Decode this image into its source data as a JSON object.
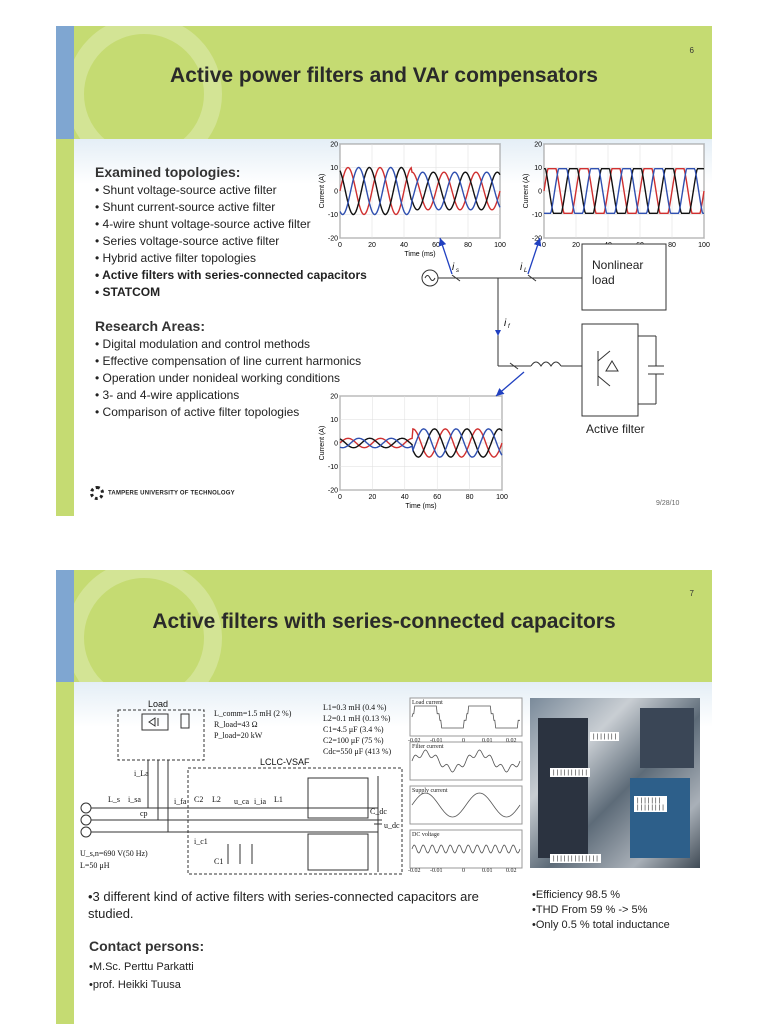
{
  "slide1": {
    "page_number": "6",
    "title": "Active power filters and VAr compensators",
    "topologies_heading": "Examined topologies:",
    "topologies": [
      "Shunt voltage-source active filter",
      "Shunt current-source active filter",
      "4-wire shunt voltage-source active filter",
      "Series voltage-source active filter",
      "Hybrid active filter topologies",
      "Active filters with series-connected capacitors",
      "STATCOM"
    ],
    "research_heading": "Research Areas:",
    "research": [
      "Digital modulation and control methods",
      "Effective compensation of line current harmonics",
      "Operation under nonideal working conditions",
      "3- and 4-wire applications",
      "Comparison of active filter topologies"
    ],
    "university": "TAMPERE UNIVERSITY OF TECHNOLOGY",
    "date": "9/28/10",
    "nonlinear_load_label": "Nonlinear load",
    "active_filter_label": "Active filter",
    "current_labels": {
      "supply": "i",
      "supply_sub": "s",
      "load": "i",
      "load_sub": "L",
      "filter": "i",
      "filter_sub": "f"
    }
  },
  "slide2": {
    "page_number": "7",
    "title": "Active filters with series-connected capacitors",
    "studied_text": "•3 different kind of active filters with series-connected capacitors are studied.",
    "specs": [
      "•Efficiency 98.5 %",
      "•THD From 59 % -> 5%",
      "•Only 0.5 % total inductance"
    ],
    "contact_heading": "Contact persons:",
    "contacts": [
      "•M.Sc. Perttu Parkatti",
      "•prof. Heikki Tuusa"
    ],
    "circuit": {
      "load_label": "Load",
      "vsaf_label": "LCLC-VSAF",
      "load_params": [
        "L_comm=1.5 mH (2 %)",
        "R_load=43 Ω",
        "P_load=20 kW"
      ],
      "filter_params": [
        "L1=0.3 mH (0.4 %)",
        "L2=0.1 mH (0.13 %)",
        "C1=4.5 μF (3.4 %)",
        "C2=100 μF (75 %)",
        "Cdc=550 μF (413 %)"
      ],
      "source_params": [
        "U_s,n=690 V(50 Hz)",
        "L=50 μH"
      ],
      "labels": [
        "L_s",
        "i_sa",
        "i_La",
        "cp",
        "i_fa",
        "C2",
        "L2",
        "u_ca",
        "i_ia",
        "L1",
        "i_c1",
        "C1",
        "C_dc",
        "u_dc"
      ]
    },
    "scope_labels": [
      "Load current",
      "Filter current",
      "Supply current",
      "DC voltage"
    ],
    "scope_ticks": [
      "-0.02",
      "-0.01",
      "0",
      "0.01",
      "0.02"
    ],
    "photo_labels": [
      "|||||||",
      "||||||||||",
      "|||||||\n||||||||",
      "|||||||||||||"
    ]
  },
  "chart_data": [
    {
      "type": "line",
      "name": "Supply current waveform (left top)",
      "xlabel": "Time (ms)",
      "ylabel": "Current (A)",
      "xlim": [
        0,
        100
      ],
      "ylim": [
        -20,
        20
      ],
      "xticks": [
        0,
        20,
        40,
        60,
        80,
        100
      ],
      "yticks": [
        -20,
        -10,
        0,
        10,
        20
      ],
      "series": [
        {
          "color": "#d03030",
          "amplitude_before": 10,
          "amplitude_after": 8,
          "phase_deg": 0
        },
        {
          "color": "#111111",
          "amplitude_before": 10,
          "amplitude_after": 8,
          "phase_deg": 120
        },
        {
          "color": "#3050b0",
          "amplitude_before": 10,
          "amplitude_after": 8,
          "phase_deg": 240
        }
      ],
      "frequency_hz": 50,
      "switch_time_ms": 45
    },
    {
      "type": "line",
      "name": "Load current waveform (right top)",
      "xlabel": "Time (ms)",
      "ylabel": "Current (A)",
      "xlim": [
        0,
        100
      ],
      "ylim": [
        -20,
        20
      ],
      "xticks": [
        0,
        20,
        40,
        60,
        80,
        100
      ],
      "yticks": [
        -20,
        -10,
        0,
        10,
        20
      ],
      "series": [
        {
          "color": "#d03030",
          "amplitude": 10,
          "phase_deg": 0
        },
        {
          "color": "#111111",
          "amplitude": 10,
          "phase_deg": 120
        },
        {
          "color": "#3050b0",
          "amplitude": 10,
          "phase_deg": 240
        }
      ],
      "frequency_hz": 50
    },
    {
      "type": "line",
      "name": "Filter current waveform (bottom)",
      "xlabel": "Time (ms)",
      "ylabel": "Current (A)",
      "xlim": [
        0,
        100
      ],
      "ylim": [
        -20,
        20
      ],
      "xticks": [
        0,
        20,
        40,
        60,
        80,
        100
      ],
      "yticks": [
        -20,
        -10,
        0,
        10,
        20
      ],
      "series": [
        {
          "color": "#d03030",
          "amplitude_before": 2,
          "amplitude_after": 6,
          "phase_deg": 0
        },
        {
          "color": "#111111",
          "amplitude_before": 2,
          "amplitude_after": 6,
          "phase_deg": 120
        },
        {
          "color": "#3050b0",
          "amplitude_before": 2,
          "amplitude_after": 6,
          "phase_deg": 240
        }
      ],
      "frequency_hz": 50,
      "switch_time_ms": 45
    }
  ],
  "colors": {
    "header_green": "#c5db72",
    "side_blue": "#7fa6d1",
    "arrow_blue": "#2040c0"
  }
}
